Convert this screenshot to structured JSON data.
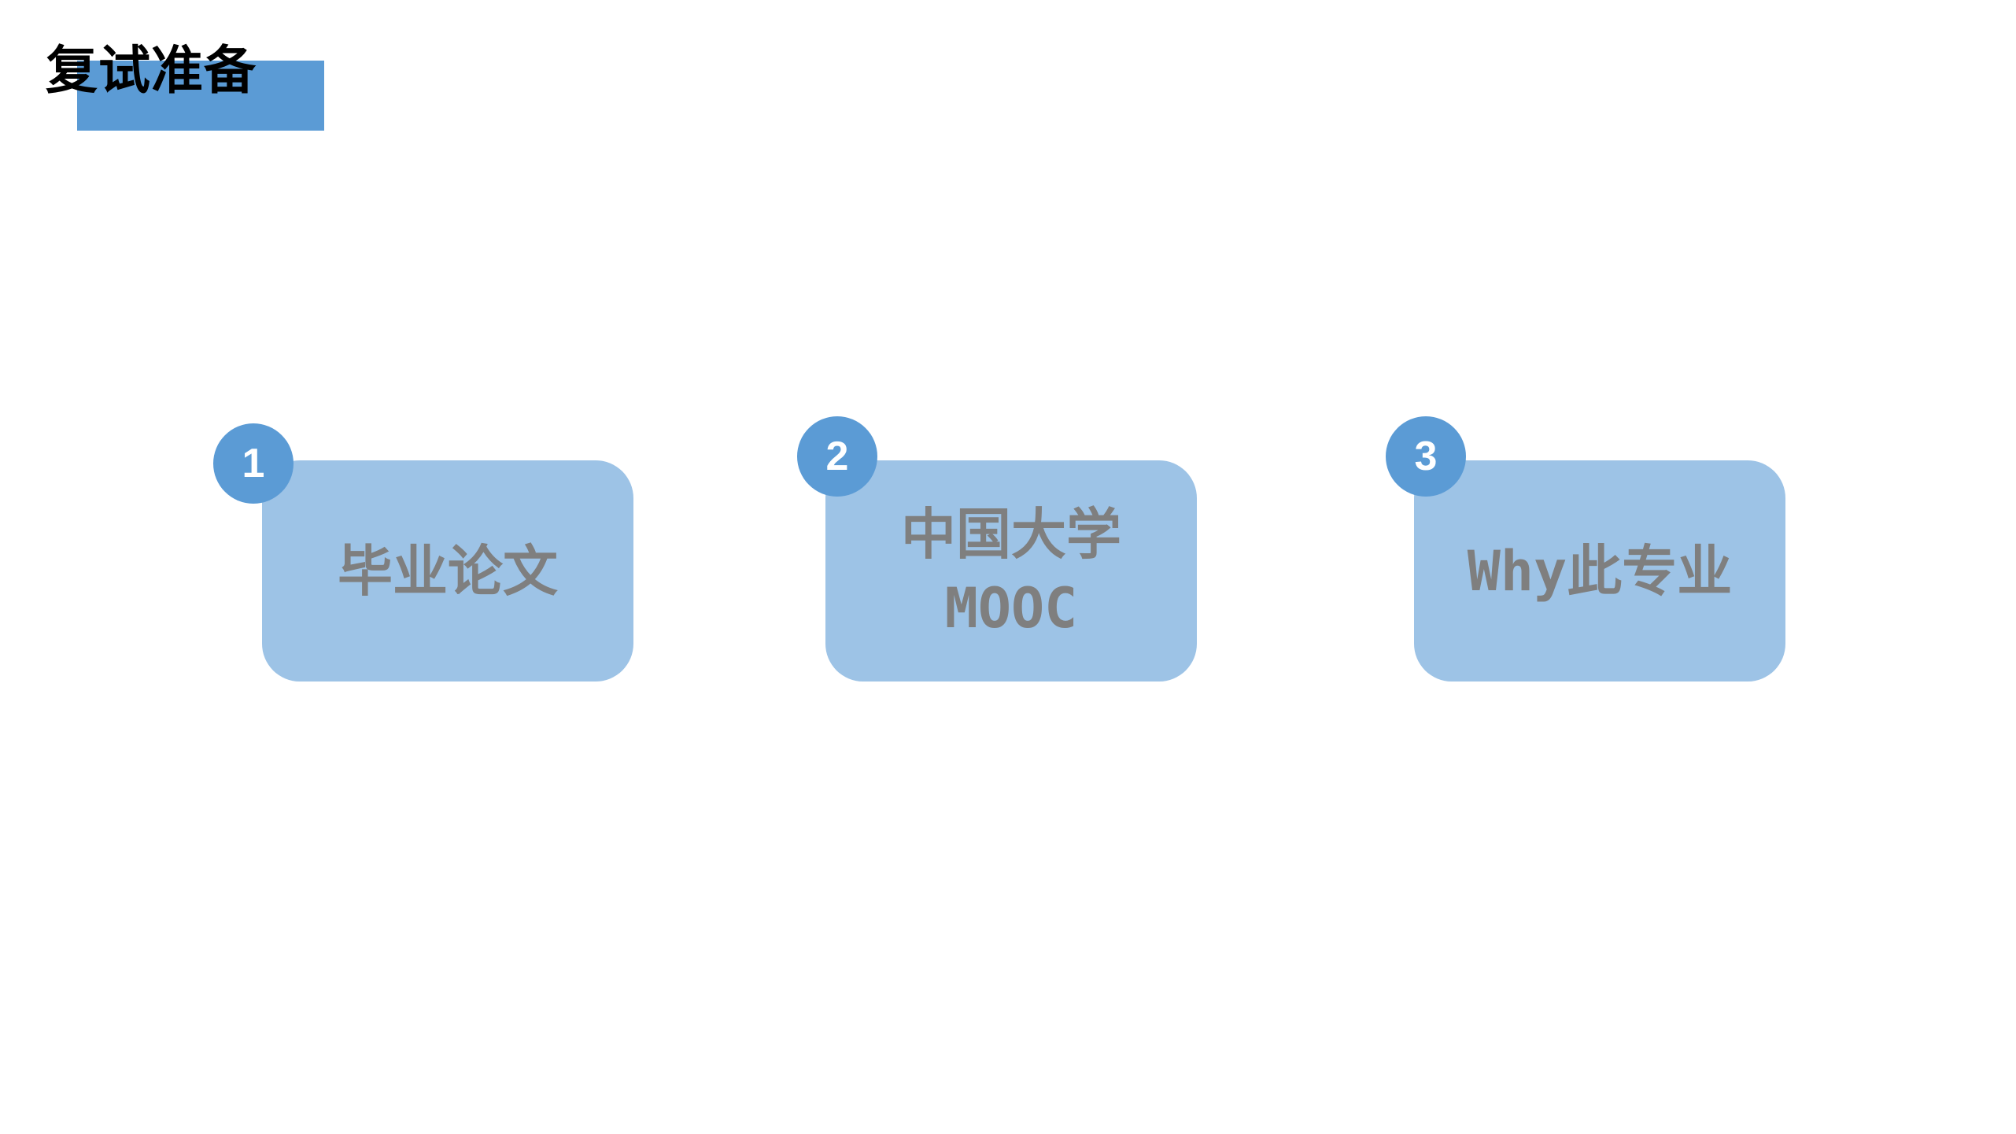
{
  "page": {
    "title": "复试准备"
  },
  "colors": {
    "accent": "#5b9bd5",
    "card_fill": "#9dc3e6",
    "card_text": "#7f7f7f",
    "badge_text": "#ffffff"
  },
  "cards": [
    {
      "number": "1",
      "lines": [
        "毕业论文"
      ]
    },
    {
      "number": "2",
      "lines": [
        "中国大学",
        "MOOC"
      ]
    },
    {
      "number": "3",
      "lines": [
        "Why此专业"
      ]
    }
  ]
}
